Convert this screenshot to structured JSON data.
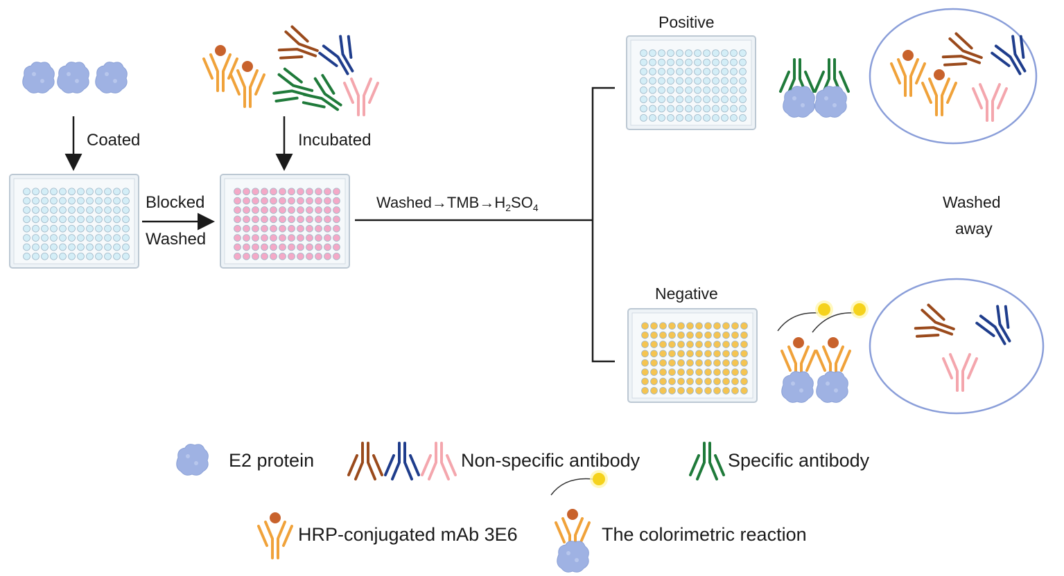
{
  "steps": {
    "coated": "Coated",
    "incubated": "Incubated",
    "blocked": "Blocked",
    "washed": "Washed",
    "washed_tmb_prefix": "Washed→TMB→H",
    "washed_tmb_sub1": "2",
    "washed_tmb_mid": "SO",
    "washed_tmb_sub2": "4"
  },
  "results": {
    "positive": "Positive",
    "negative": "Negative",
    "washed_away_line1": "Washed",
    "washed_away_line2": "away"
  },
  "legend": {
    "e2_protein": "E2 protein",
    "non_specific_antibody": "Non-specific antibody",
    "specific_antibody": "Specific antibody",
    "hrp_mab": "HRP-conjugated mAb 3E6",
    "colorimetric_reaction": "The colorimetric reaction"
  },
  "colors": {
    "protein": "#9fb2e3",
    "plate_blank_well": "#d4eef7",
    "plate_pink_well": "#f4a9c7",
    "plate_yellow_well": "#f5c451",
    "hrp_antibody": "#f0a23a",
    "hrp_dot": "#c8622c",
    "nonspecific_brown": "#9a4a1c",
    "nonspecific_navy": "#1f3d8c",
    "nonspecific_pink": "#f4a6ad",
    "specific_green": "#1f7a3a",
    "ellipse_stroke": "#8a9ed9"
  },
  "icons": [
    "e2-protein-icon",
    "antibody-icon",
    "hrp-antibody-icon",
    "well-plate-icon",
    "sun-signal-icon",
    "arrow-icon"
  ]
}
